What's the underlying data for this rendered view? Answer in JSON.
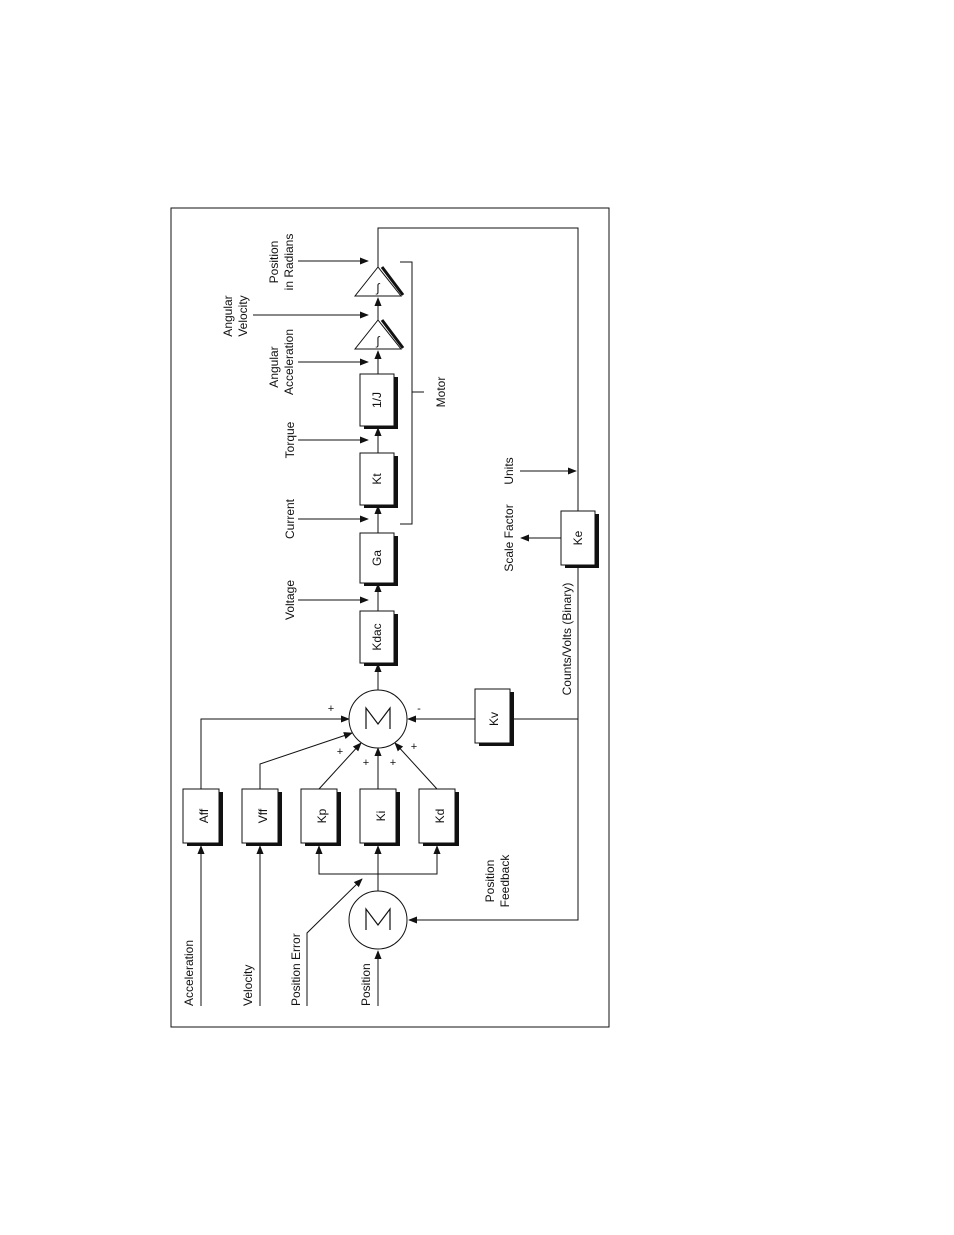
{
  "inputs": {
    "acceleration": "Acceleration",
    "velocity": "Velocity",
    "position_error": "Position Error",
    "position": "Position",
    "position_feedback": [
      "Position",
      "Feedback"
    ]
  },
  "blocks": {
    "aff": "Aff",
    "vff": "Vff",
    "kp": "Kp",
    "ki": "Ki",
    "kd": "Kd",
    "kv": "Kv",
    "kdac": "Kdac",
    "ga": "Ga",
    "kt": "Kt",
    "inv_j": "1/J",
    "ke": "Ke"
  },
  "signals": {
    "voltage": "Voltage",
    "current": "Current",
    "torque": "Torque",
    "angular_acceleration": [
      "Angular",
      "Acceleration"
    ],
    "angular_velocity": [
      "Angular",
      "Velocity"
    ],
    "position_radians": [
      "Position",
      "in Radians"
    ],
    "motor": "Motor",
    "scale_factor": "Scale Factor",
    "units": "Units",
    "counts_volts": "Counts/Volts (Binary)"
  },
  "signs": {
    "aff": "+",
    "vff": "+",
    "kp": "+",
    "ki": "+",
    "kd": "+",
    "kv": "-"
  },
  "integrator_symbol": "∫"
}
